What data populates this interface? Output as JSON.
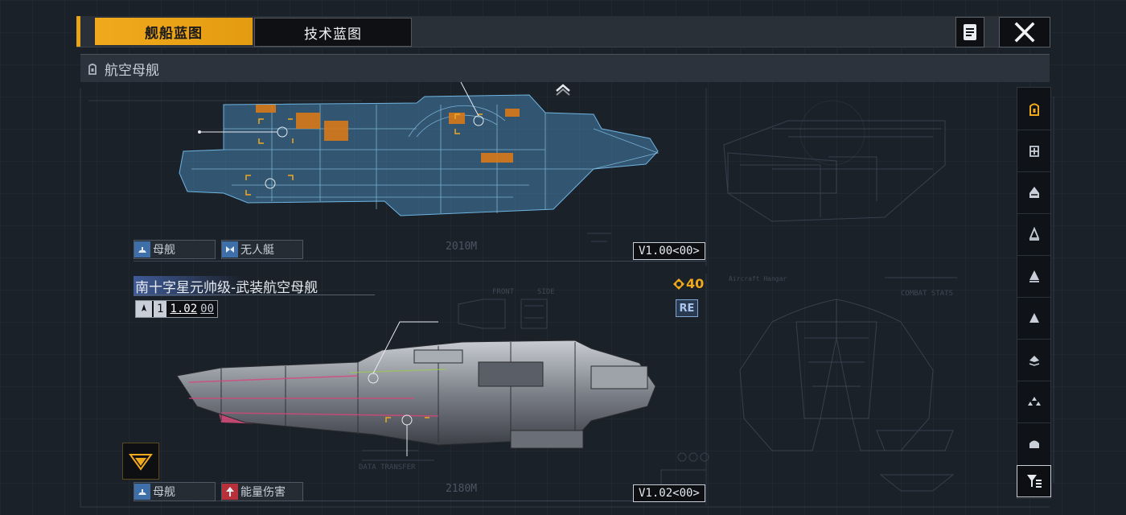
{
  "tabs": {
    "ship_blueprint": "舰船蓝图",
    "tech_blueprint": "技术蓝图"
  },
  "header_icons": {
    "doc": "document-icon",
    "close": "close-icon"
  },
  "section": {
    "title": "航空母舰",
    "icon": "carrier-class-icon"
  },
  "ships": [
    {
      "tags": [
        {
          "label": "母舰",
          "icon": "carrier-tag-icon"
        },
        {
          "label": "无人艇",
          "icon": "drone-tag-icon"
        }
      ],
      "distance": "2010M",
      "version": "V1.00<00>"
    },
    {
      "name": "南十字星元帅级-武装航空母舰",
      "tier": "1",
      "tier_value": "1.02",
      "tier_suffix": "00",
      "score": "40",
      "badge": "RE",
      "tags": [
        {
          "label": "母舰",
          "icon": "carrier-tag-icon"
        },
        {
          "label": "能量伤害",
          "icon": "energy-damage-icon"
        }
      ],
      "distance": "2180M",
      "version": "V1.02<00>"
    }
  ],
  "hud_labels": {
    "front": "FRONT",
    "side": "SIDE",
    "aircraft_hangar": "Aircraft Hangar",
    "combat_stats": "COMBAT STATS",
    "data_transfer": "DATA TRANSFER"
  },
  "sidebar": [
    "carrier-icon",
    "battlecruiser-icon",
    "cruiser-icon",
    "destroyer-icon",
    "frigate-icon",
    "corvette-icon",
    "aux-ship-icon",
    "fighter-icon",
    "support-icon"
  ],
  "filter": "filter-icon",
  "colors": {
    "accent": "#f0a91c",
    "blueprint": "#5fa8d8",
    "hull_pink": "#d8457a"
  }
}
